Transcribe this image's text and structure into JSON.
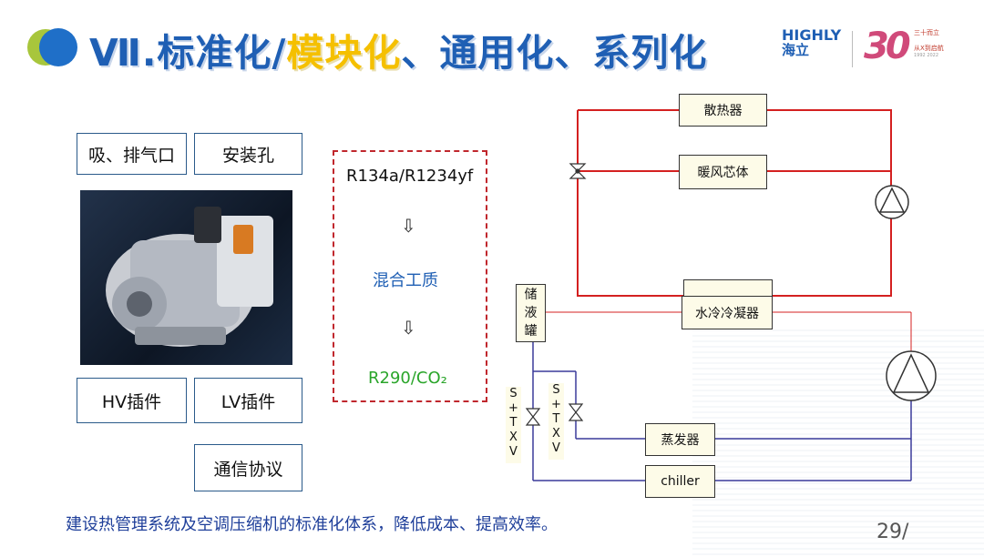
{
  "header": {
    "title_roman": "Ⅶ.",
    "title_part1": "标准化/",
    "title_part2": "模块化",
    "title_part3": "、通用化、系列化",
    "logo_en": "HIGHLY",
    "logo_cn": "海立",
    "anniv_number": "30",
    "anniv_line1": "三十而立",
    "anniv_line2": "从X到启航",
    "anniv_years": "1992 2022"
  },
  "left_labels": {
    "intake_exhaust": "吸、排气口",
    "mounting_hole": "安装孔",
    "hv_connector": "HV插件",
    "lv_connector": "LV插件",
    "communication": "通信协议"
  },
  "refrigerant": {
    "item1": "R134a/R1234yf",
    "arrow": "⇩",
    "item2": "混合工质",
    "item3": "R290/CO₂",
    "color_item2": "#1f5fb4",
    "color_item3": "#2aa52a"
  },
  "circuit": {
    "radiator": "散热器",
    "heater_core": "暖风芯体",
    "water_condenser": "水冷冷凝器",
    "receiver_l1": "储",
    "receiver_l2": "液",
    "receiver_l3": "罐",
    "evaporator": "蒸发器",
    "chiller": "chiller",
    "valve1_label": [
      "S",
      "+",
      "T",
      "X",
      "V"
    ],
    "valve2_label": [
      "S",
      "+",
      "T",
      "X",
      "V"
    ],
    "red_line": "#d42020",
    "blue_line": "#3a3a9a"
  },
  "footer": {
    "text": "建设热管理系统及空调压缩机的标准化体系，降低成本、提高效率。",
    "page": "29/"
  }
}
